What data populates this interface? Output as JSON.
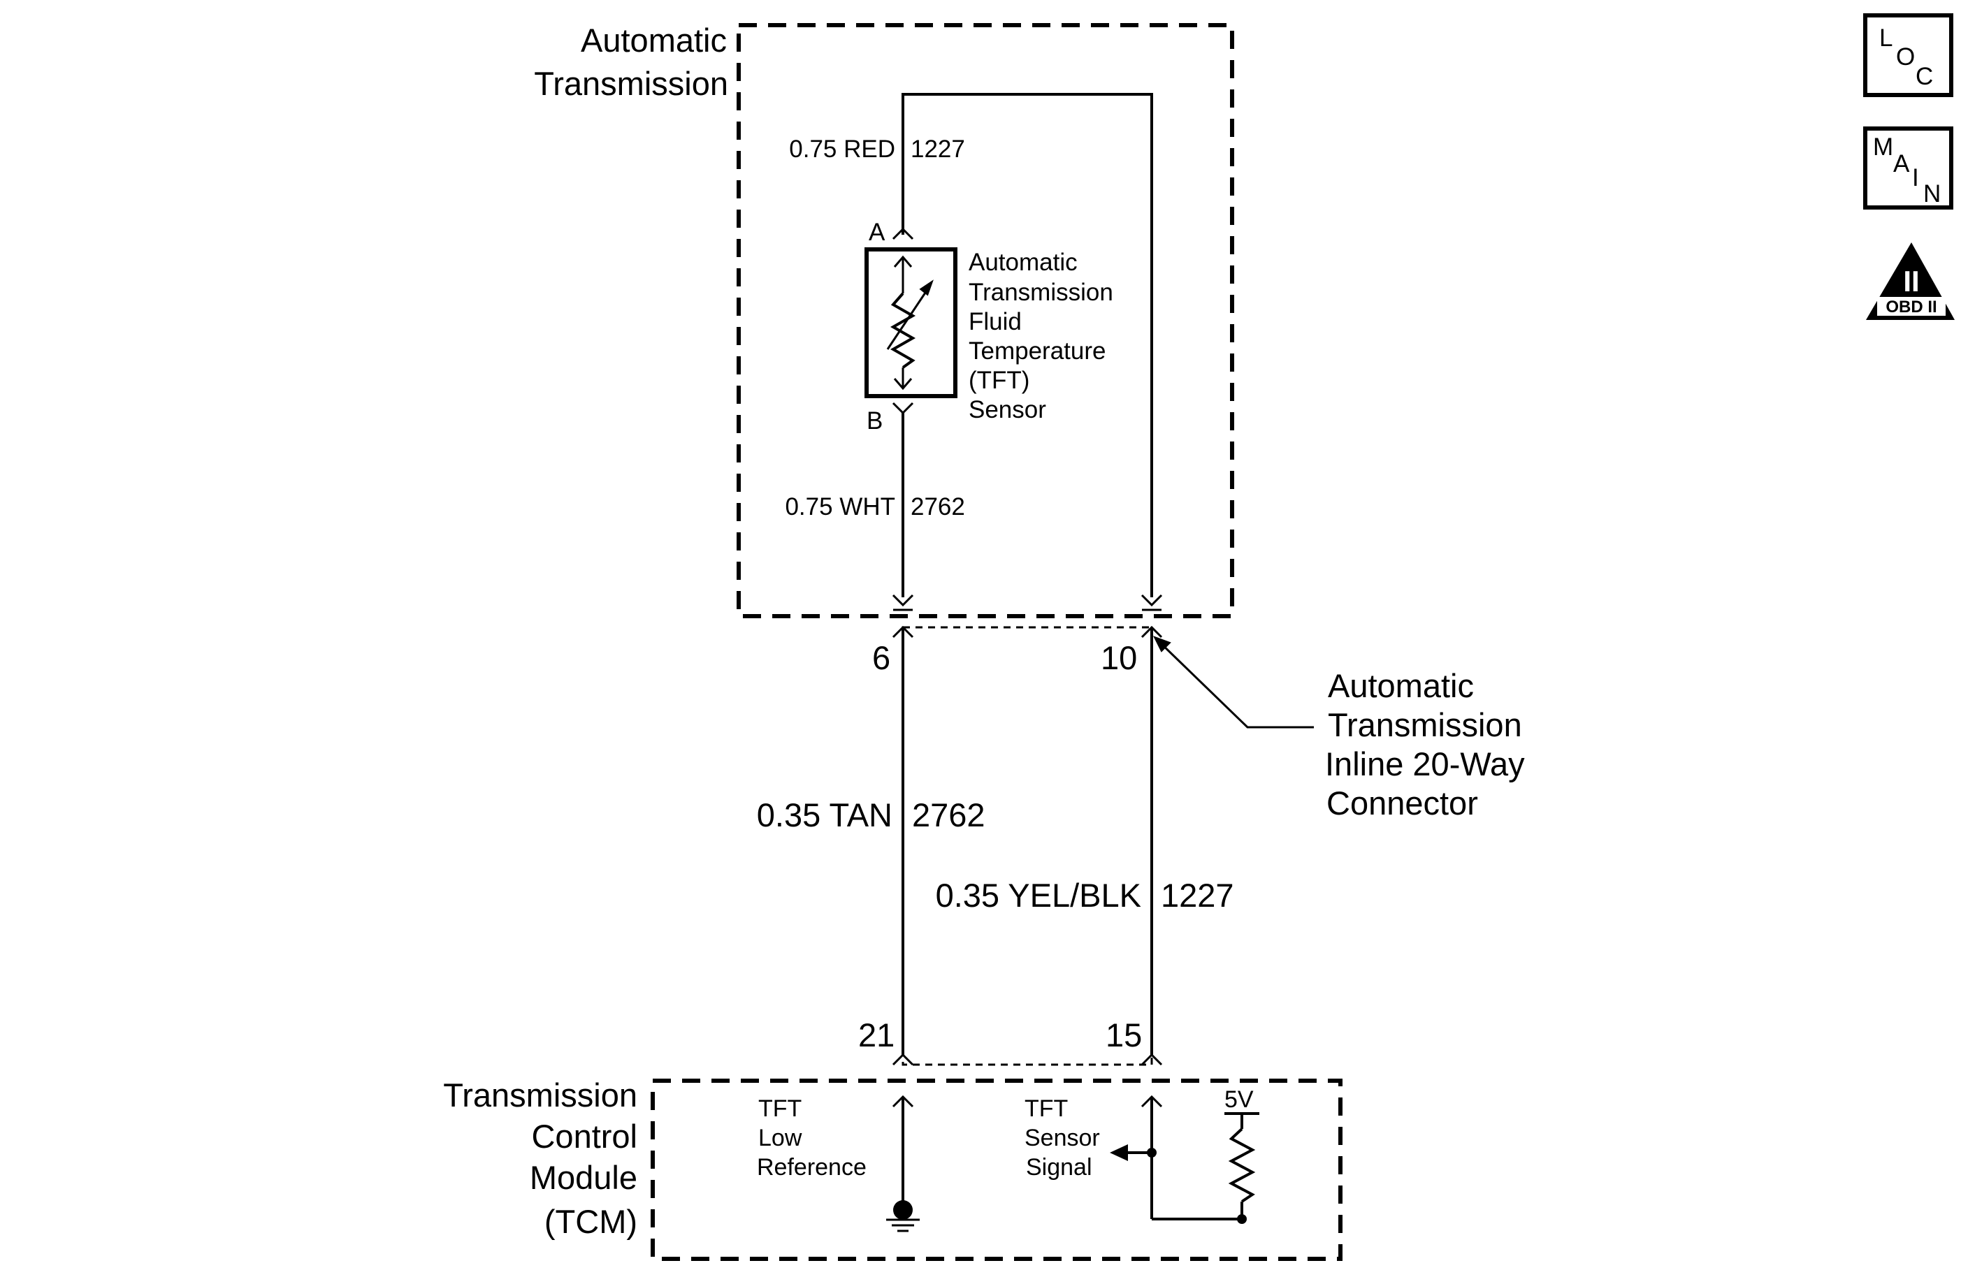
{
  "diagram": {
    "auto_trans": {
      "line1": "Automatic",
      "line2": "Transmission"
    },
    "wire_red": {
      "gauge": "0.75 RED",
      "circuit": "1227"
    },
    "wire_wht": {
      "gauge": "0.75 WHT",
      "circuit": "2762"
    },
    "sensor": {
      "pin_a": "A",
      "pin_b": "B",
      "lines": [
        "Automatic",
        "Transmission",
        "Fluid",
        "Temperature",
        "(TFT)",
        "Sensor"
      ]
    },
    "connector": {
      "pin_left": "6",
      "pin_right": "10",
      "lines": [
        "Automatic",
        "Transmission",
        "Inline 20-Way",
        "Connector"
      ]
    },
    "wire_tan": {
      "gauge": "0.35 TAN",
      "circuit": "2762"
    },
    "wire_yel": {
      "gauge": "0.35 YEL/BLK",
      "circuit": "1227"
    },
    "tcm_pins": {
      "left": "21",
      "right": "15"
    },
    "tcm": {
      "lines": [
        "Transmission",
        "Control",
        "Module",
        "(TCM)"
      ],
      "low_ref": [
        "TFT",
        "Low",
        "Reference"
      ],
      "signal": [
        "TFT",
        "Sensor",
        "Signal"
      ],
      "voltage": "5V"
    },
    "icons": {
      "loc": [
        "L",
        "O",
        "C"
      ],
      "main": [
        "M",
        "A",
        "I",
        "N"
      ],
      "obd": {
        "numeral": "II",
        "label": "OBD II"
      }
    }
  }
}
